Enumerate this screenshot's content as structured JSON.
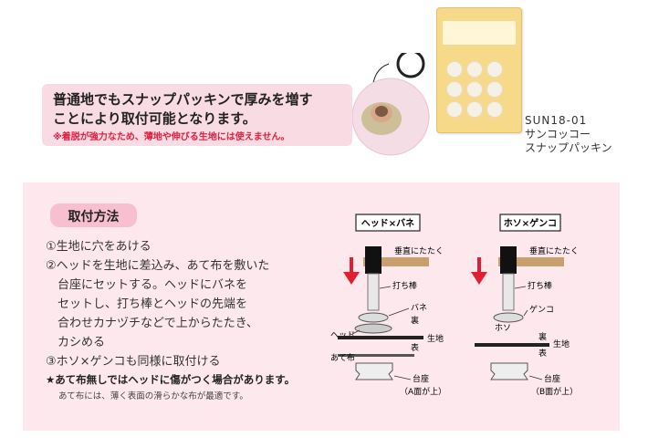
{
  "promo": {
    "line1": "普通地でもスナップパッキンで厚みを増す",
    "line2": "ことにより取付可能となります。",
    "warning": "※着脱が強力なため、薄地や伸びる生地には使えません。"
  },
  "product": {
    "code": "SUN18-01",
    "brand": "サンコッコー",
    "name": "スナップパッキン"
  },
  "instructions": {
    "title": "取付方法",
    "steps": [
      "①生地に穴をあける",
      "②ヘッドを生地に差込み、あて布を敷いた",
      "　台座にセットする。ヘッドにバネを",
      "　セットし、打ち棒とヘッドの先端を",
      "　合わせカナヅチなどで上からたたき、",
      "　カシめる",
      "③ホソ×ゲンコも同様に取付ける"
    ],
    "note": "★あて布無しではヘッドに傷がつく場合があります。",
    "subnote": "あて布には、薄く表面の滑らかな布が最適です。"
  },
  "diagram_left": {
    "title": "ヘッド×バネ",
    "hit": "垂直にたたく",
    "rod": "打ち棒",
    "spring": "バネ",
    "head": "ヘッド",
    "back": "裏",
    "fabric": "生地",
    "front": "表",
    "pad": "あて布",
    "base": "台座",
    "base_side": "（A面が上）"
  },
  "diagram_right": {
    "title": "ホソ×ゲンコ",
    "hit": "垂直にたたく",
    "rod": "打ち棒",
    "genko": "ゲンコ",
    "hoso": "ホソ",
    "back": "裏",
    "front": "表",
    "fabric": "生地",
    "base": "台座",
    "base_side": "（B面が上）"
  },
  "colors": {
    "pink_panel": "#fde8ee",
    "pink_label": "#f7bfd0",
    "arrow_red": "#e02030",
    "hammer": "#c8a070",
    "fabric": "#222222"
  }
}
